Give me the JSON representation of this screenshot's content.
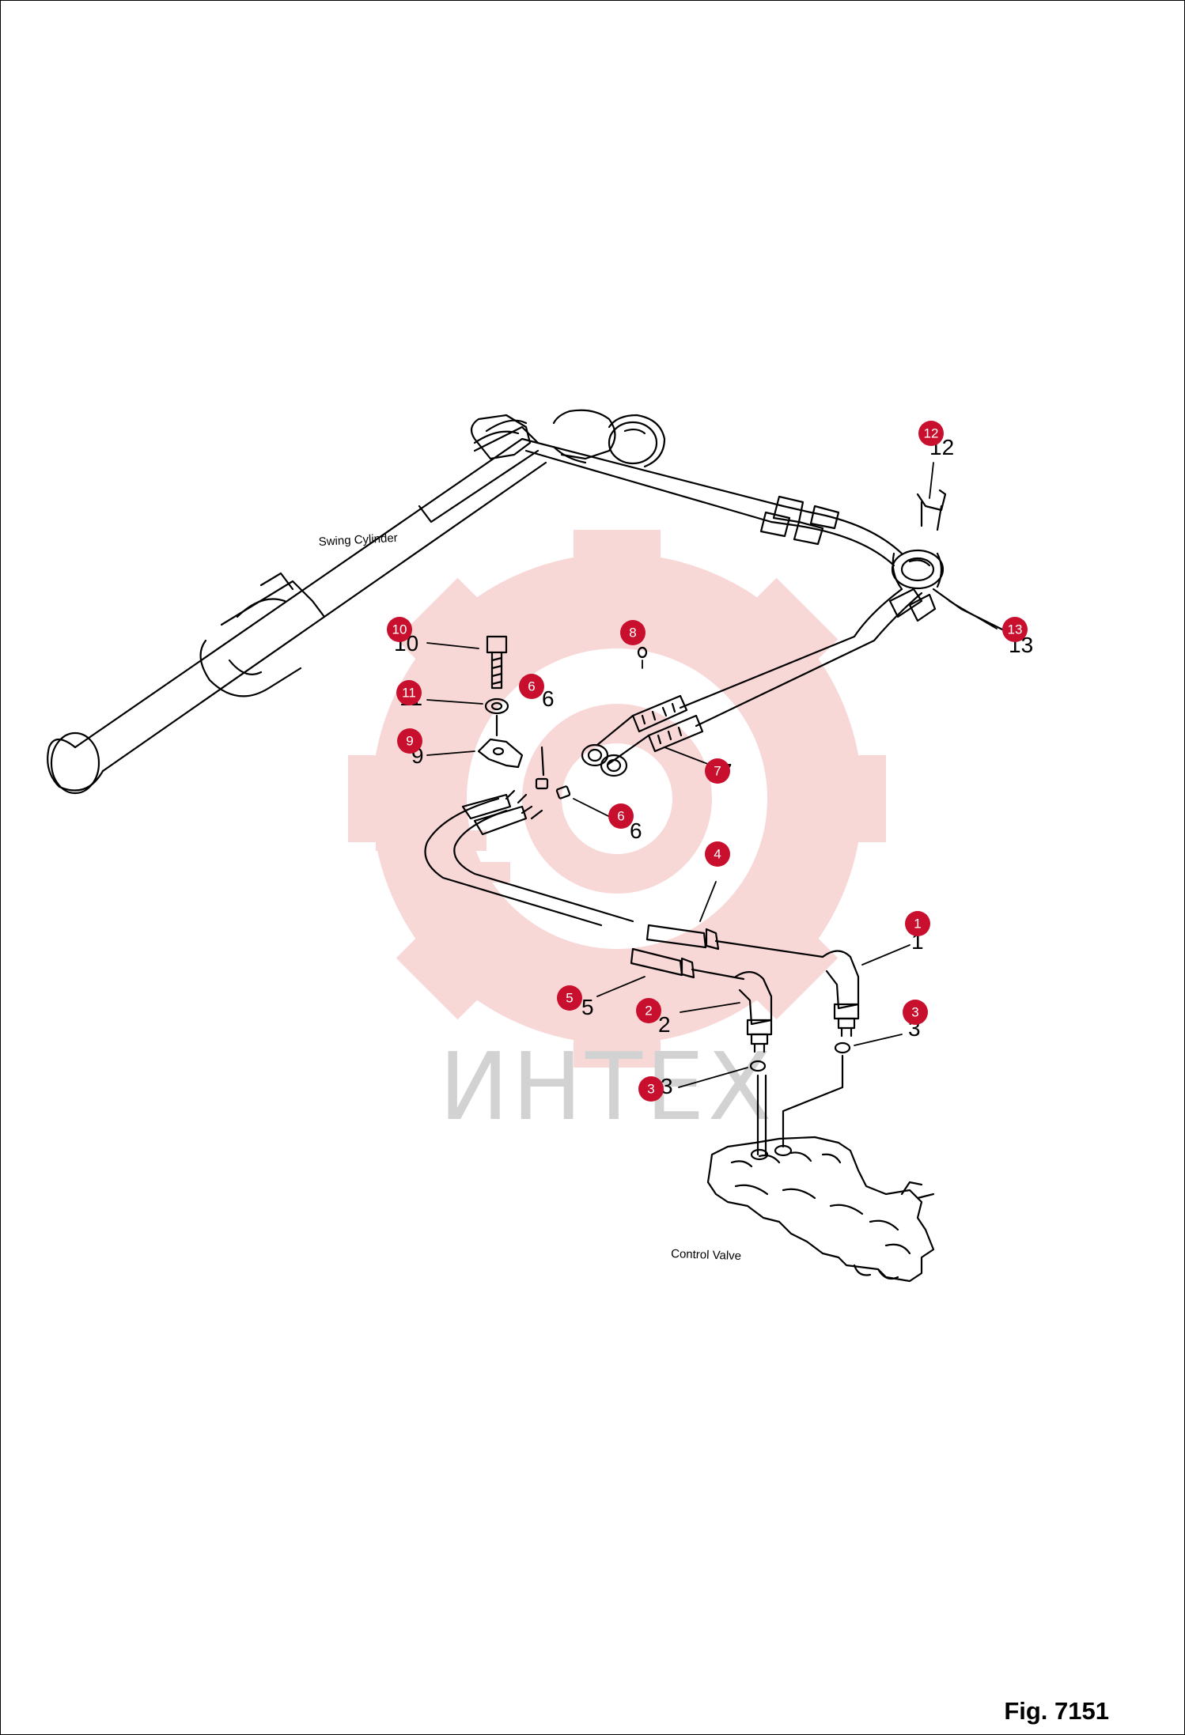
{
  "labels": {
    "swing_cylinder": "Swing Cylinder",
    "control_valve": "Control Valve",
    "figure": "Fig. 7151"
  },
  "watermark": {
    "text": "ИНТЕХ",
    "gear_color": "#f4b8b8"
  },
  "callout_color": "#c8102e",
  "callouts": [
    {
      "id": "12",
      "printed": "12"
    },
    {
      "id": "13",
      "printed": "13"
    },
    {
      "id": "10",
      "printed": "10"
    },
    {
      "id": "8",
      "printed": "8"
    },
    {
      "id": "11",
      "printed": "11"
    },
    {
      "id": "6",
      "printed": "6"
    },
    {
      "id": "9",
      "printed": "9"
    },
    {
      "id": "7",
      "printed": "7"
    },
    {
      "id": "6",
      "printed": "6"
    },
    {
      "id": "4",
      "printed": "4"
    },
    {
      "id": "1",
      "printed": "1"
    },
    {
      "id": "5",
      "printed": "5"
    },
    {
      "id": "2",
      "printed": "2"
    },
    {
      "id": "3",
      "printed": "3"
    },
    {
      "id": "3",
      "printed": "3"
    }
  ]
}
